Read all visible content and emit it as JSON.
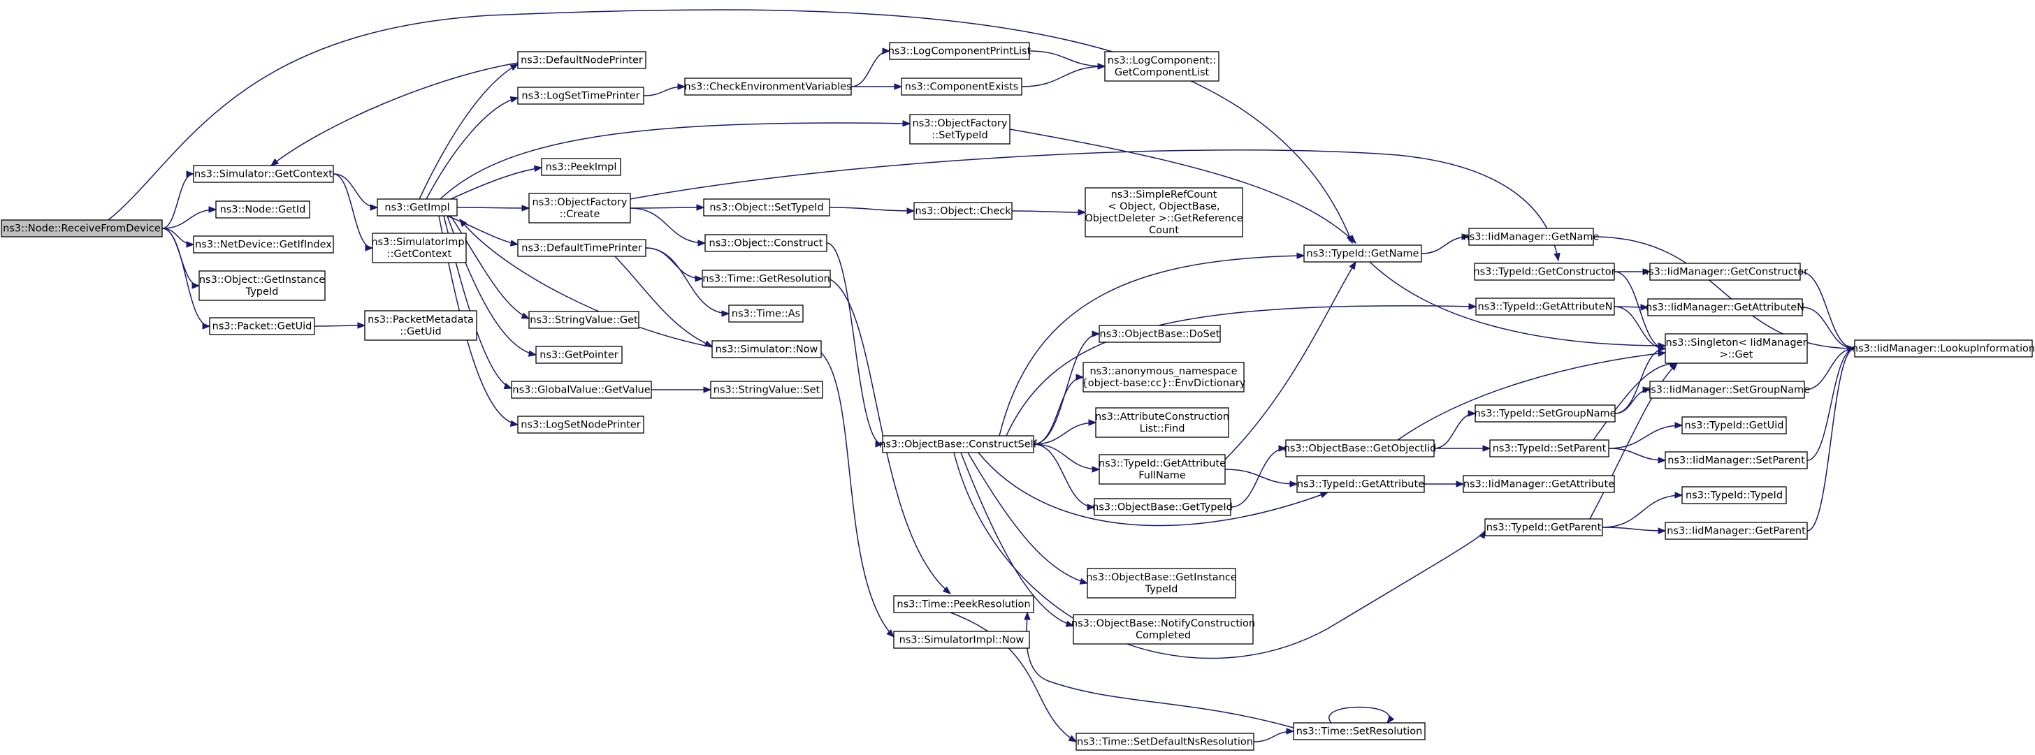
{
  "nodes": [
    {
      "id": "root",
      "lines": [
        "ns3::Node::ReceiveFromDevice"
      ],
      "root": true
    },
    {
      "id": "getContext",
      "lines": [
        "ns3::Simulator::GetContext"
      ]
    },
    {
      "id": "nodeGetId",
      "lines": [
        "ns3::Node::GetId"
      ]
    },
    {
      "id": "netGetIfIndex",
      "lines": [
        "ns3::NetDevice::GetIfIndex"
      ]
    },
    {
      "id": "objGetInstanceTypeId",
      "lines": [
        "ns3::Object::GetInstance",
        "TypeId"
      ]
    },
    {
      "id": "packetGetUid",
      "lines": [
        "ns3::Packet::GetUid"
      ]
    },
    {
      "id": "typeIdGetName",
      "lines": [
        "ns3::TypeId::GetName"
      ]
    },
    {
      "id": "defaultNodePrinter",
      "lines": [
        "ns3::DefaultNodePrinter"
      ]
    },
    {
      "id": "getImpl",
      "lines": [
        "ns3::GetImpl"
      ]
    },
    {
      "id": "simImplGetContext",
      "lines": [
        "ns3::SimulatorImpl",
        "::GetContext"
      ]
    },
    {
      "id": "packetMetaGetUid",
      "lines": [
        "ns3::PacketMetadata",
        "::GetUid"
      ]
    },
    {
      "id": "logSetTimePrinter",
      "lines": [
        "ns3::LogSetTimePrinter"
      ]
    },
    {
      "id": "objFactorySetTypeId",
      "lines": [
        "ns3::ObjectFactory",
        "::SetTypeId"
      ]
    },
    {
      "id": "peekImpl",
      "lines": [
        "ns3::PeekImpl"
      ]
    },
    {
      "id": "objFactoryCreate",
      "lines": [
        "ns3::ObjectFactory",
        "::Create"
      ]
    },
    {
      "id": "defaultTimePrinter",
      "lines": [
        "ns3::DefaultTimePrinter"
      ]
    },
    {
      "id": "stringValueGet",
      "lines": [
        "ns3::StringValue::Get"
      ]
    },
    {
      "id": "getPointer",
      "lines": [
        "ns3::GetPointer"
      ]
    },
    {
      "id": "globalValueGetValue",
      "lines": [
        "ns3::GlobalValue::GetValue"
      ]
    },
    {
      "id": "logSetNodePrinter",
      "lines": [
        "ns3::LogSetNodePrinter"
      ]
    },
    {
      "id": "checkEnvVars",
      "lines": [
        "ns3::CheckEnvironmentVariables"
      ]
    },
    {
      "id": "logComponentPrintList",
      "lines": [
        "ns3::LogComponentPrintList"
      ]
    },
    {
      "id": "componentExists",
      "lines": [
        "ns3::ComponentExists"
      ]
    },
    {
      "id": "logCompGetComponentList",
      "lines": [
        "ns3::LogComponent::",
        "GetComponentList"
      ]
    },
    {
      "id": "objectSetTypeId",
      "lines": [
        "ns3::Object::SetTypeId"
      ]
    },
    {
      "id": "objectConstruct",
      "lines": [
        "ns3::Object::Construct"
      ]
    },
    {
      "id": "timeGetResolution",
      "lines": [
        "ns3::Time::GetResolution"
      ]
    },
    {
      "id": "timeAs",
      "lines": [
        "ns3::Time::As"
      ]
    },
    {
      "id": "simulatorNow",
      "lines": [
        "ns3::Simulator::Now"
      ]
    },
    {
      "id": "stringValueSet",
      "lines": [
        "ns3::StringValue::Set"
      ]
    },
    {
      "id": "objectCheck",
      "lines": [
        "ns3::Object::Check"
      ]
    },
    {
      "id": "simpleRefCount",
      "lines": [
        "ns3::SimpleRefCount",
        "< Object, ObjectBase,",
        "ObjectDeleter >::GetReference",
        "Count"
      ]
    },
    {
      "id": "objBaseConstructSelf",
      "lines": [
        "ns3::ObjectBase::ConstructSelf"
      ]
    },
    {
      "id": "objBaseDoSet",
      "lines": [
        "ns3::ObjectBase::DoSet"
      ]
    },
    {
      "id": "envDictionary",
      "lines": [
        "ns3::anonymous_namespace",
        "{object-base:cc}::EnvDictionary"
      ]
    },
    {
      "id": "attrConstrListFind",
      "lines": [
        "ns3::AttributeConstruction",
        "List::Find"
      ]
    },
    {
      "id": "typeIdGetAttrFullName",
      "lines": [
        "ns3::TypeId::GetAttribute",
        "FullName"
      ]
    },
    {
      "id": "objBaseGetTypeId",
      "lines": [
        "ns3::ObjectBase::GetTypeId"
      ]
    },
    {
      "id": "objBaseGetInstanceTypeId",
      "lines": [
        "ns3::ObjectBase::GetInstance",
        "TypeId"
      ]
    },
    {
      "id": "objBaseNotifyConstr",
      "lines": [
        "ns3::ObjectBase::NotifyConstruction",
        "Completed"
      ]
    },
    {
      "id": "timePeekResolution",
      "lines": [
        "ns3::Time::PeekResolution"
      ]
    },
    {
      "id": "simImplNow",
      "lines": [
        "ns3::SimulatorImpl::Now"
      ]
    },
    {
      "id": "timeSetDefaultNsRes",
      "lines": [
        "ns3::Time::SetDefaultNsResolution"
      ]
    },
    {
      "id": "timeSetResolution",
      "lines": [
        "ns3::Time::SetResolution"
      ]
    },
    {
      "id": "objBaseGetObjectIid",
      "lines": [
        "ns3::ObjectBase::GetObjectIid"
      ]
    },
    {
      "id": "typeIdGetAttribute",
      "lines": [
        "ns3::TypeId::GetAttribute"
      ]
    },
    {
      "id": "iidMgrGetName",
      "lines": [
        "ns3::IidManager::GetName"
      ]
    },
    {
      "id": "typeIdGetConstructor",
      "lines": [
        "ns3::TypeId::GetConstructor"
      ]
    },
    {
      "id": "typeIdGetAttributeN",
      "lines": [
        "ns3::TypeId::GetAttributeN"
      ]
    },
    {
      "id": "typeIdSetGroupName",
      "lines": [
        "ns3::TypeId::SetGroupName"
      ]
    },
    {
      "id": "typeIdSetParent",
      "lines": [
        "ns3::TypeId::SetParent"
      ]
    },
    {
      "id": "iidMgrGetAttribute",
      "lines": [
        "ns3::IidManager::GetAttribute"
      ]
    },
    {
      "id": "typeIdGetParent",
      "lines": [
        "ns3::TypeId::GetParent"
      ]
    },
    {
      "id": "iidMgrGetConstructor",
      "lines": [
        "ns3::IidManager::GetConstructor"
      ]
    },
    {
      "id": "iidMgrGetAttributeN",
      "lines": [
        "ns3::IidManager::GetAttributeN"
      ]
    },
    {
      "id": "singletonGet",
      "lines": [
        "ns3::Singleton< IidManager",
        ">::Get"
      ]
    },
    {
      "id": "iidMgrSetGroupName",
      "lines": [
        "ns3::IidManager::SetGroupName"
      ]
    },
    {
      "id": "typeIdGetUid",
      "lines": [
        "ns3::TypeId::GetUid"
      ]
    },
    {
      "id": "iidMgrSetParent",
      "lines": [
        "ns3::IidManager::SetParent"
      ]
    },
    {
      "id": "typeIdTypeId",
      "lines": [
        "ns3::TypeId::TypeId"
      ]
    },
    {
      "id": "iidMgrGetParent",
      "lines": [
        "ns3::IidManager::GetParent"
      ]
    },
    {
      "id": "iidMgrLookupInfo",
      "lines": [
        "ns3::IidManager::LookupInformation"
      ]
    }
  ],
  "edges": [
    [
      "root",
      "getContext"
    ],
    [
      "root",
      "nodeGetId"
    ],
    [
      "root",
      "netGetIfIndex"
    ],
    [
      "root",
      "objGetInstanceTypeId"
    ],
    [
      "root",
      "packetGetUid"
    ],
    [
      "root",
      "typeIdGetName"
    ],
    [
      "getContext",
      "getImpl"
    ],
    [
      "getContext",
      "simImplGetContext"
    ],
    [
      "packetGetUid",
      "packetMetaGetUid"
    ],
    [
      "defaultNodePrinter",
      "getContext"
    ],
    [
      "getImpl",
      "defaultNodePrinter"
    ],
    [
      "getImpl",
      "logSetTimePrinter"
    ],
    [
      "getImpl",
      "objFactorySetTypeId"
    ],
    [
      "getImpl",
      "peekImpl"
    ],
    [
      "getImpl",
      "objFactoryCreate"
    ],
    [
      "getImpl",
      "defaultTimePrinter"
    ],
    [
      "getImpl",
      "stringValueGet"
    ],
    [
      "getImpl",
      "getPointer"
    ],
    [
      "getImpl",
      "globalValueGetValue"
    ],
    [
      "getImpl",
      "logSetNodePrinter"
    ],
    [
      "simulatorNow",
      "getImpl"
    ],
    [
      "logSetTimePrinter",
      "checkEnvVars"
    ],
    [
      "checkEnvVars",
      "logComponentPrintList"
    ],
    [
      "checkEnvVars",
      "componentExists"
    ],
    [
      "logComponentPrintList",
      "logCompGetComponentList"
    ],
    [
      "componentExists",
      "logCompGetComponentList"
    ],
    [
      "objFactorySetTypeId",
      "typeIdGetName"
    ],
    [
      "objFactoryCreate",
      "objectSetTypeId"
    ],
    [
      "objFactoryCreate",
      "objectConstruct"
    ],
    [
      "objFactoryCreate",
      "typeIdGetConstructor"
    ],
    [
      "objectSetTypeId",
      "objectCheck"
    ],
    [
      "objectCheck",
      "simpleRefCount"
    ],
    [
      "objectConstruct",
      "objBaseConstructSelf"
    ],
    [
      "defaultTimePrinter",
      "timeGetResolution"
    ],
    [
      "defaultTimePrinter",
      "timeAs"
    ],
    [
      "defaultTimePrinter",
      "simulatorNow"
    ],
    [
      "timeGetResolution",
      "timePeekResolution"
    ],
    [
      "simulatorNow",
      "simImplNow"
    ],
    [
      "globalValueGetValue",
      "stringValueSet"
    ],
    [
      "objBaseConstructSelf",
      "typeIdGetName"
    ],
    [
      "objBaseConstructSelf",
      "typeIdGetAttributeN"
    ],
    [
      "objBaseConstructSelf",
      "objBaseDoSet"
    ],
    [
      "objBaseConstructSelf",
      "envDictionary"
    ],
    [
      "objBaseConstructSelf",
      "attrConstrListFind"
    ],
    [
      "objBaseConstructSelf",
      "typeIdGetAttrFullName"
    ],
    [
      "objBaseConstructSelf",
      "objBaseGetTypeId"
    ],
    [
      "objBaseConstructSelf",
      "typeIdGetAttribute"
    ],
    [
      "objBaseConstructSelf",
      "objBaseGetInstanceTypeId"
    ],
    [
      "objBaseConstructSelf",
      "objBaseNotifyConstr"
    ],
    [
      "objBaseConstructSelf",
      "typeIdGetParent"
    ],
    [
      "typeIdGetAttrFullName",
      "typeIdGetName"
    ],
    [
      "typeIdGetAttrFullName",
      "typeIdGetAttribute"
    ],
    [
      "objBaseGetTypeId",
      "objBaseGetObjectIid"
    ],
    [
      "objBaseGetObjectIid",
      "typeIdSetGroupName"
    ],
    [
      "objBaseGetObjectIid",
      "typeIdSetParent"
    ],
    [
      "objBaseGetObjectIid",
      "singletonGet"
    ],
    [
      "typeIdGetAttribute",
      "iidMgrGetAttribute"
    ],
    [
      "typeIdGetName",
      "iidMgrGetName"
    ],
    [
      "typeIdGetName",
      "singletonGet"
    ],
    [
      "typeIdGetConstructor",
      "iidMgrGetConstructor"
    ],
    [
      "typeIdGetConstructor",
      "singletonGet"
    ],
    [
      "typeIdGetAttributeN",
      "iidMgrGetAttributeN"
    ],
    [
      "typeIdGetAttributeN",
      "singletonGet"
    ],
    [
      "typeIdSetGroupName",
      "iidMgrSetGroupName"
    ],
    [
      "typeIdSetGroupName",
      "singletonGet"
    ],
    [
      "typeIdSetParent",
      "typeIdGetUid"
    ],
    [
      "typeIdSetParent",
      "iidMgrSetParent"
    ],
    [
      "typeIdSetParent",
      "singletonGet"
    ],
    [
      "typeIdGetParent",
      "typeIdTypeId"
    ],
    [
      "typeIdGetParent",
      "iidMgrGetParent"
    ],
    [
      "typeIdGetParent",
      "singletonGet"
    ],
    [
      "iidMgrGetName",
      "iidMgrLookupInfo"
    ],
    [
      "iidMgrGetConstructor",
      "iidMgrLookupInfo"
    ],
    [
      "iidMgrGetAttributeN",
      "iidMgrLookupInfo"
    ],
    [
      "iidMgrSetGroupName",
      "iidMgrLookupInfo"
    ],
    [
      "iidMgrSetParent",
      "iidMgrLookupInfo"
    ],
    [
      "iidMgrGetParent",
      "iidMgrLookupInfo"
    ],
    [
      "timePeekResolution",
      "timeSetDefaultNsRes"
    ],
    [
      "timeSetDefaultNsRes",
      "timeSetResolution"
    ],
    [
      "timeSetResolution",
      "timePeekResolution"
    ],
    [
      "timeSetResolution",
      "timeSetResolution"
    ]
  ]
}
